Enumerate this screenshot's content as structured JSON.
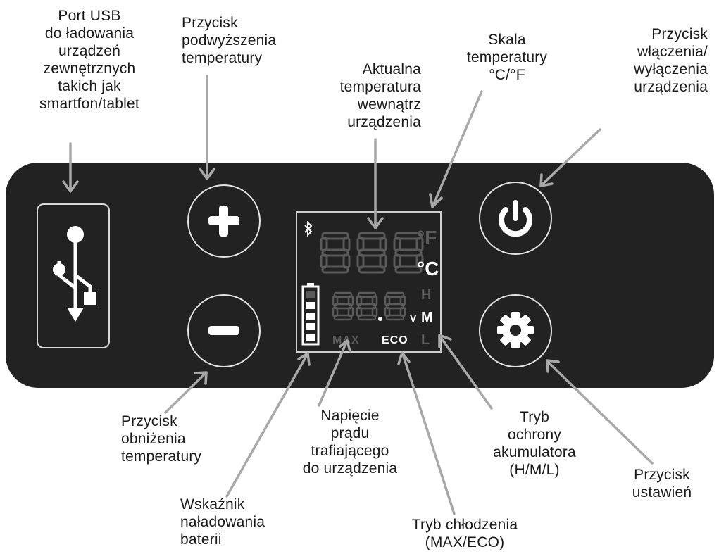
{
  "labels": {
    "usb_port": "Port USB\ndo ładowania\nurządzeń\nzewnętrznych\ntakich jak\nsmartfon/tablet",
    "temp_up": "Przycisk\npodwyższenia\ntemperatury",
    "current_temp": "Aktualna\ntemperatura\nwewnątrz\nurządzenia",
    "temp_scale": "Skala\ntemperatury\n°C/°F",
    "power_button": "Przycisk\nwłączenia/\nwyłączenia\nurządzenia",
    "temp_down": "Przycisk\nobniżenia\ntemperatury",
    "battery_indicator": "Wskaźnik\nnaładowania\nbaterii",
    "voltage": "Napięcie\nprądu\ntrafiającego\ndo urządzenia",
    "cooling_mode": "Tryb chłodzenia\n(MAX/ECO)",
    "battery_protection": "Tryb\nochrony\nakumulatora\n(H/M/L)",
    "settings_button": "Przycisk\nustawień"
  },
  "display": {
    "unit_f": "°F",
    "unit_c": "°C",
    "mode_h": "H",
    "mode_m": "M",
    "mode_l": "L",
    "voltage_unit": "V",
    "mode_max": "MAX",
    "mode_eco": "ECO"
  },
  "colors": {
    "panel": "#222222",
    "outline": "#e2e2e2",
    "dim_segment": "#5a5a5a",
    "lit": "#ffffff",
    "arrow": "#a8a8a8"
  },
  "icons": {
    "usb": "usb-icon",
    "plus": "plus-icon",
    "minus": "minus-icon",
    "power": "power-icon",
    "gear": "gear-icon",
    "bluetooth": "bluetooth-icon",
    "battery": "battery-icon"
  }
}
